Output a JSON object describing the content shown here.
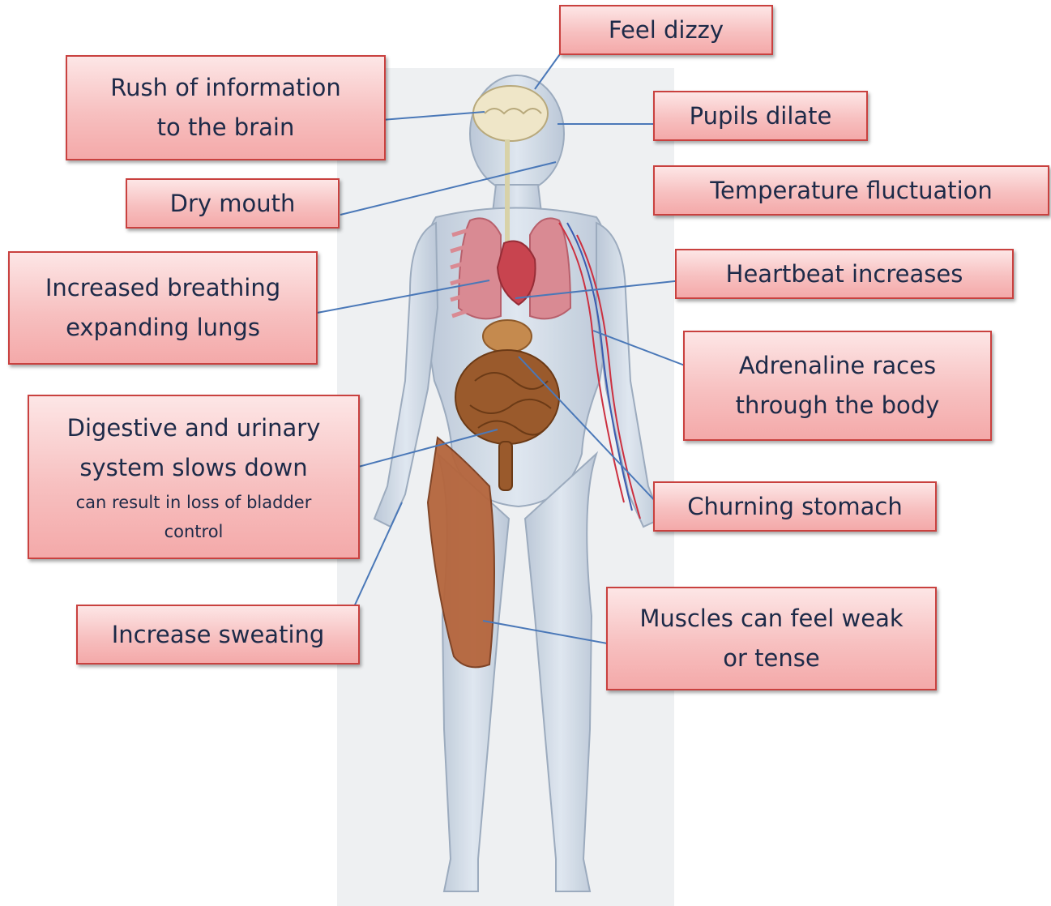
{
  "labels": {
    "dizzy": "Feel dizzy",
    "brain_line1": "Rush of information",
    "brain_line2": "to the brain",
    "pupils": "Pupils dilate",
    "temperature": "Temperature fluctuation",
    "mouth": "Dry mouth",
    "breathing_line1": "Increased breathing",
    "breathing_line2": "expanding lungs",
    "heartbeat": "Heartbeat increases",
    "adrenaline_line1": "Adrenaline races",
    "adrenaline_line2": "through the body",
    "digestive_line1": "Digestive and urinary",
    "digestive_line2": "system slows down",
    "digestive_sub1": "can result in loss of bladder",
    "digestive_sub2": "control",
    "stomach": "Churning stomach",
    "sweating": "Increase sweating",
    "muscles_line1": "Muscles can feel weak",
    "muscles_line2": "or tense"
  },
  "colors": {
    "box_fill": "#f7c0c0",
    "box_border": "#c9413f",
    "text": "#1d2a48",
    "leader_line": "#4a78b8"
  }
}
